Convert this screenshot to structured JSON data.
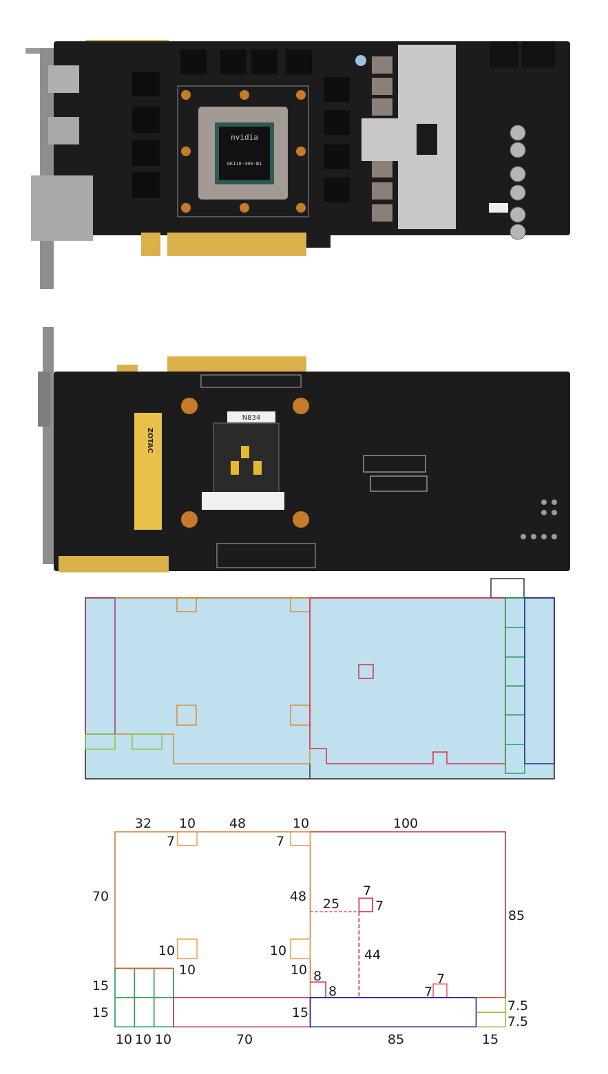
{
  "photos": {
    "front": {
      "chip_brand": "nvidia",
      "chip_part": "GK110-300-B1"
    },
    "back": {
      "sticker_brand": "ZOTAC",
      "label": "N834"
    }
  },
  "colors": {
    "pcb": "#1c1c1c",
    "gold": "#d9b04a",
    "region_fill": "#c0e0f0",
    "orange": "#d98a30",
    "red": "#d8303c",
    "green": "#20a050",
    "lime": "#8cc43c",
    "magenta": "#b03070",
    "navy": "#22228a"
  },
  "dimension_diagram": {
    "top_labels": [
      "32",
      "10",
      "48",
      "10",
      "100"
    ],
    "pad_height_labels": [
      "7",
      "7"
    ],
    "left_height": "70",
    "center_height": "48",
    "offset_x": "25",
    "small_square": [
      "7",
      "7"
    ],
    "right_height": "85",
    "dashed_height": "44",
    "pad_labels": [
      "10",
      "10",
      "10",
      "10"
    ],
    "step_labels": [
      "8",
      "8"
    ],
    "bump_labels": [
      "7",
      "7"
    ],
    "left_rows": [
      "15",
      "15"
    ],
    "center_row": "15",
    "right_rows": [
      "7.5",
      "7.5"
    ],
    "bottom_labels": [
      "10",
      "10",
      "10",
      "70",
      "85",
      "15"
    ]
  }
}
